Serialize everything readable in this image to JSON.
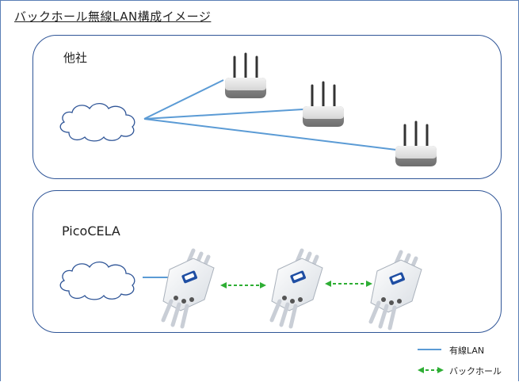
{
  "title": "バックホール無線LAN構成イメージ",
  "panels": {
    "competitor_label": "他社",
    "picocela_label": "PicoCELA"
  },
  "legend": {
    "wired_lan": "有線LAN",
    "backhaul": "バックホール"
  },
  "colors": {
    "wired_line": "#5b9bd5",
    "backhaul_arrow": "#2eae34",
    "panel_border": "#2f5597"
  },
  "icons": [
    "cloud-icon",
    "router-icon",
    "access-point-icon"
  ]
}
